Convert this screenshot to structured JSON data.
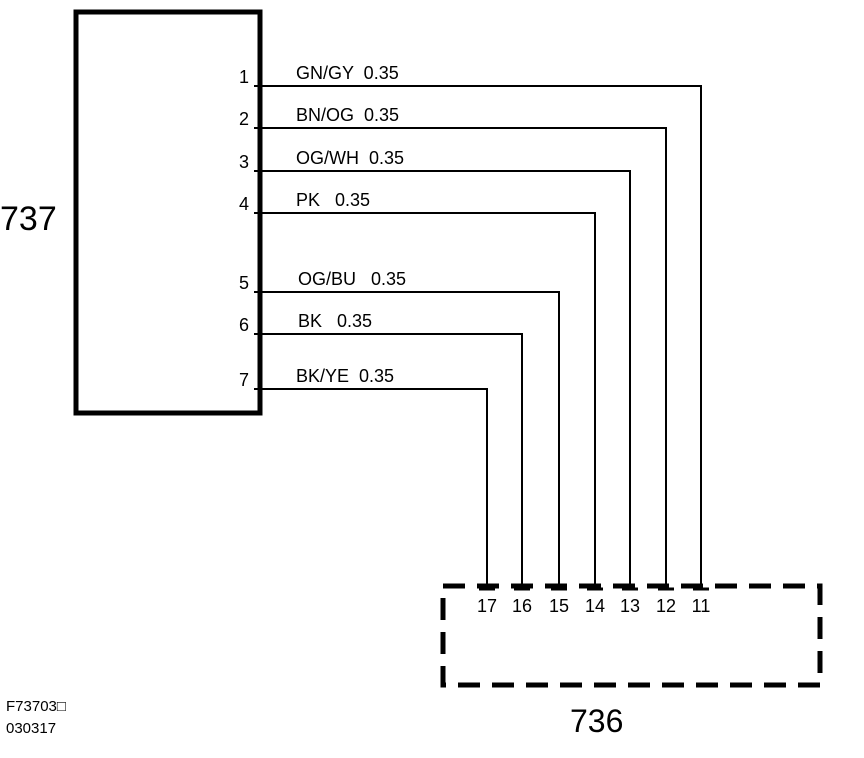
{
  "connector_a": {
    "label": "737"
  },
  "connector_b": {
    "label": "736"
  },
  "wires": [
    {
      "pin_a": "1",
      "wire_label": "GN/GY  0.35",
      "pin_b": "11"
    },
    {
      "pin_a": "2",
      "wire_label": "BN/OG  0.35",
      "pin_b": "12"
    },
    {
      "pin_a": "3",
      "wire_label": "OG/WH  0.35",
      "pin_b": "13"
    },
    {
      "pin_a": "4",
      "wire_label": "PK   0.35",
      "pin_b": "14"
    },
    {
      "pin_a": "5",
      "wire_label": "OG/BU   0.35",
      "pin_b": "15"
    },
    {
      "pin_a": "6",
      "wire_label": "BK   0.35",
      "pin_b": "16"
    },
    {
      "pin_a": "7",
      "wire_label": "BK/YE  0.35",
      "pin_b": "17"
    }
  ],
  "footer": {
    "figure_code": "F73703□",
    "date_code": "030317"
  }
}
